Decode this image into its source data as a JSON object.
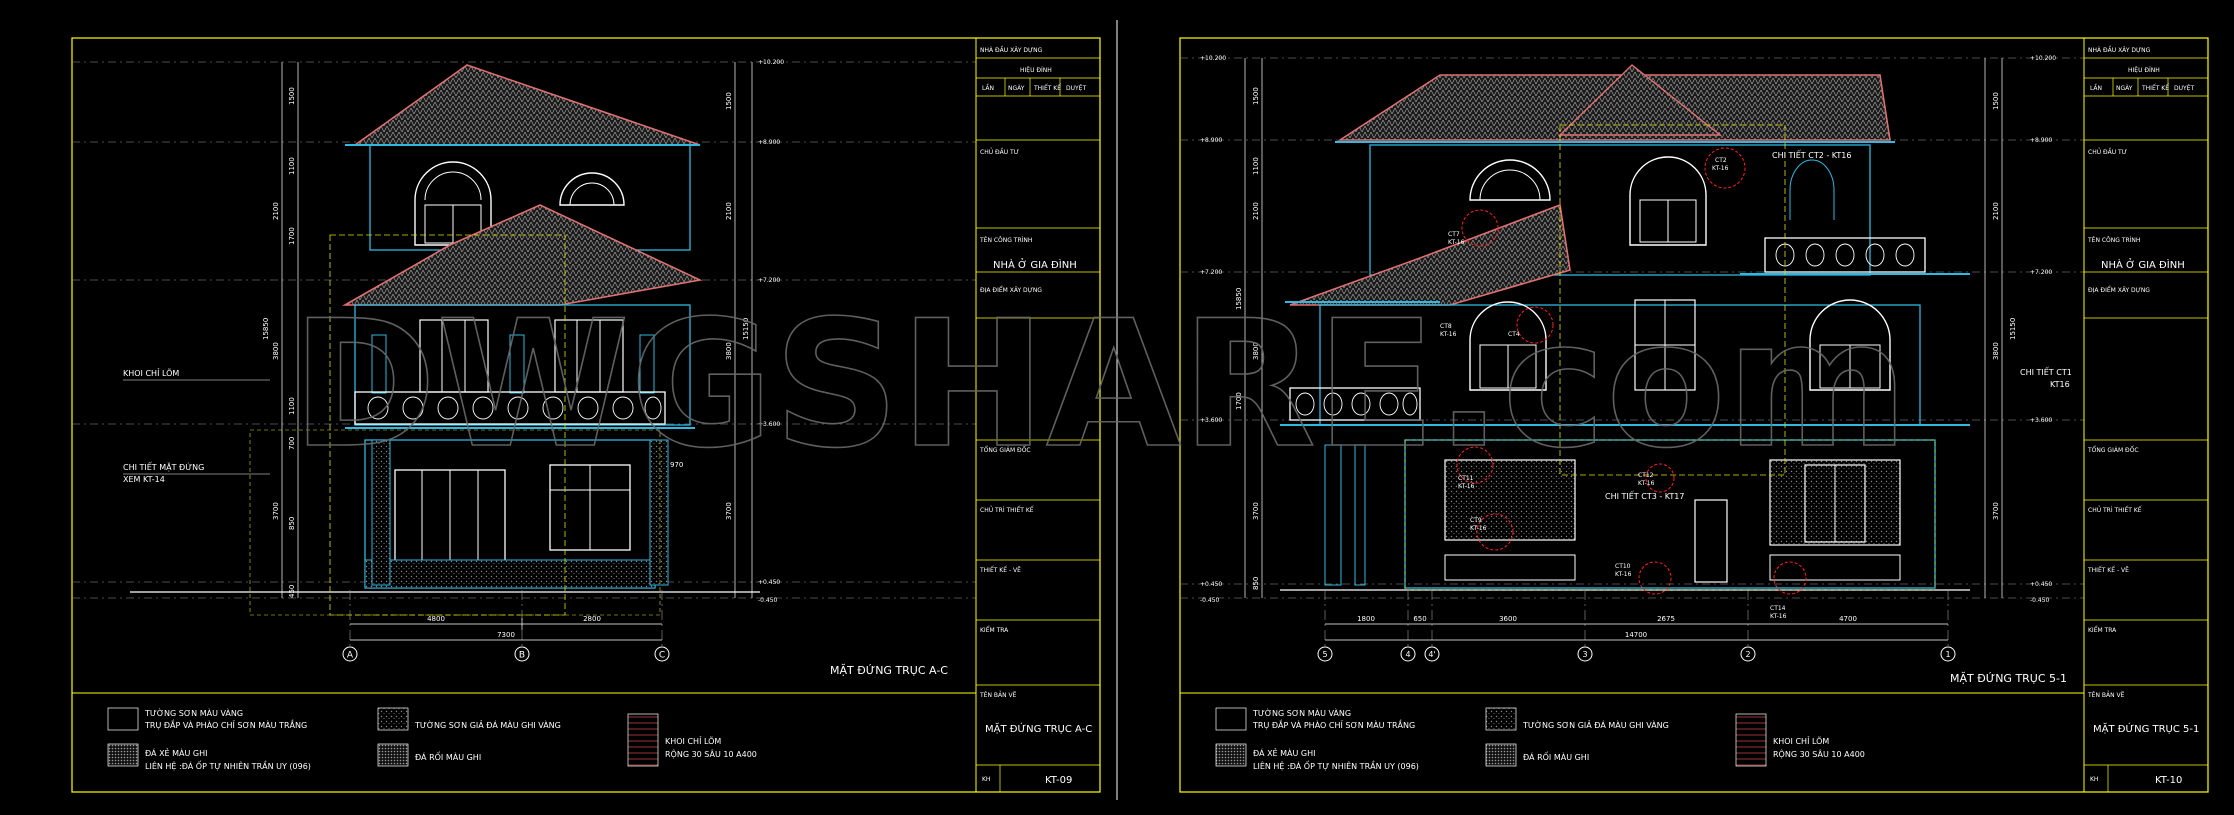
{
  "watermark": "DWGSHARE.com",
  "colors": {
    "background": "#000000",
    "frame": "#ffff00",
    "wall": "#30b8e0",
    "roof": "#e07070",
    "white": "#ffffff",
    "dim": "#ff4040",
    "guide": "#e0e000",
    "callout": "#ff2020"
  },
  "sheets": [
    {
      "id": "left",
      "elev_labels_right": [
        "+10.200",
        "+8.900",
        "+7.200",
        "+3.600",
        "+0.450",
        "-0.450"
      ],
      "vdims_left": [
        "1500",
        "1100",
        "2100",
        "3800",
        "1700",
        "1100",
        "700",
        "3700",
        "850",
        "450"
      ],
      "vdims_right": [
        "1500",
        "2100",
        "3800",
        "3700"
      ],
      "overall_v": "15850",
      "overall_v2": "15150",
      "hdims": [
        "4800",
        "2800"
      ],
      "overall_h": "7300",
      "grid_axes": [
        "A",
        "B",
        "C"
      ],
      "annotations": [
        {
          "line1": "KHOI CHỈ LÕM",
          "line2": ""
        },
        {
          "line1": "CHI TIẾT MẶT ĐỨNG",
          "line2": "XEM KT-14"
        }
      ],
      "small_dim": "970",
      "drawing_title": "MẶT ĐỨNG TRỤC A-C",
      "legend": [
        {
          "pattern": "plain",
          "line1": "TƯỜNG SƠN MÀU VÀNG",
          "line2": "TRỤ ĐẮP VÀ PHÀO CHỈ SƠN MÀU TRẮNG"
        },
        {
          "pattern": "dots",
          "line1": "TƯỜNG SƠN GIẢ ĐÁ MÀU GHI VÀNG",
          "line2": ""
        },
        {
          "pattern": "lines",
          "line1": "KHOI CHỈ LÕM",
          "line2": "RỘNG 30 SÂU 10 A400"
        },
        {
          "pattern": "dots2",
          "line1": "ĐÁ XẺ MÀU GHI",
          "line2": "LIÊN HỆ :ĐÁ ỐP TỰ NHIÊN TRẦN UY (096)"
        },
        {
          "pattern": "dots3",
          "line1": "ĐÁ RỐI MÀU GHI",
          "line2": ""
        }
      ],
      "titleblock": {
        "company": "NHÀ ĐẦU XÂY DỰNG",
        "revision": "HIỆU ĐÍNH",
        "rev_cols": [
          "LẦN",
          "NGÀY",
          "THIẾT KẾ",
          "DUYỆT"
        ],
        "client": "CHỦ ĐẦU TƯ",
        "project_label": "TÊN CÔNG TRÌNH",
        "project_name": "NHÀ Ở GIA ĐÌNH",
        "location": "ĐỊA ĐIỂM XÂY DỰNG",
        "director": "TỔNG GIÁM ĐỐC",
        "chief": "CHỦ TRÌ THIẾT KẾ",
        "designer": "THIẾT KẾ - VẼ",
        "checker": "KIỂM TRA",
        "drawing_label": "TÊN BẢN VẼ",
        "drawing_name": "MẶT ĐỨNG TRỤC A-C",
        "sheet_label": "KH",
        "sheet_no": "KT-09"
      }
    },
    {
      "id": "right",
      "elev_labels_left": [
        "+10.200",
        "+8.900",
        "+7.200",
        "+3.600",
        "+0.450",
        "-0.450"
      ],
      "elev_labels_right": [
        "+10.200",
        "+8.900",
        "+7.200",
        "+3.600",
        "+0.450",
        "-0.450"
      ],
      "vdims_left": [
        "1500",
        "1100",
        "2100",
        "3800",
        "1700",
        "3700",
        "850"
      ],
      "vdims_right": [
        "1500",
        "2100",
        "3800",
        "3700"
      ],
      "overall_v": "15850",
      "overall_v2": "15150",
      "hdims": [
        "1800",
        "650",
        "3600",
        "2675",
        "4700"
      ],
      "overall_h": "14700",
      "grid_axes": [
        "5",
        "4",
        "4'",
        "3",
        "2",
        "1"
      ],
      "callouts": [
        {
          "code": "CT2",
          "ref": "KT-16"
        },
        {
          "code": "CT7",
          "ref": "KT-16"
        },
        {
          "code": "CT4",
          "ref": ""
        },
        {
          "code": "CT11",
          "ref": "KT-16"
        },
        {
          "code": "CT12",
          "ref": "KT-16"
        },
        {
          "code": "CT9",
          "ref": "KT-16"
        },
        {
          "code": "CT10",
          "ref": "KT-16"
        },
        {
          "code": "CT14",
          "ref": "KT-16"
        },
        {
          "code": "CT8",
          "ref": "KT-16"
        }
      ],
      "annotations": [
        {
          "line1": "CHI TIẾT CT2 - KT16",
          "line2": ""
        },
        {
          "line1": "CHI TIẾT CT1",
          "line2": "KT16"
        },
        {
          "line1": "CHI TIẾT CT3 - KT17",
          "line2": ""
        }
      ],
      "drawing_title": "MẶT ĐỨNG TRỤC 5-1",
      "legend": [
        {
          "pattern": "plain",
          "line1": "TƯỜNG SƠN MÀU VÀNG",
          "line2": "TRỤ ĐẮP VÀ PHÀO CHỈ SƠN MÀU TRẮNG"
        },
        {
          "pattern": "dots",
          "line1": "TƯỜNG SƠN GIẢ ĐÁ MÀU GHI VÀNG",
          "line2": ""
        },
        {
          "pattern": "lines",
          "line1": "KHOI CHỈ LÕM",
          "line2": "RỘNG 30 SÂU 10 A400"
        },
        {
          "pattern": "dots2",
          "line1": "ĐÁ XẺ MÀU GHI",
          "line2": "LIÊN HỆ :ĐÁ ỐP TỰ NHIÊN TRẦN UY (096)"
        },
        {
          "pattern": "dots3",
          "line1": "ĐÁ RỐI MÀU GHI",
          "line2": ""
        }
      ],
      "titleblock": {
        "company": "NHÀ ĐẦU XÂY DỰNG",
        "revision": "HIỆU ĐÍNH",
        "rev_cols": [
          "LẦN",
          "NGÀY",
          "THIẾT KẾ",
          "DUYỆT"
        ],
        "client": "CHỦ ĐẦU TƯ",
        "project_label": "TÊN CÔNG TRÌNH",
        "project_name": "NHÀ Ở GIA ĐÌNH",
        "location": "ĐỊA ĐIỂM XÂY DỰNG",
        "director": "TỔNG GIÁM ĐỐC",
        "chief": "CHỦ TRÌ THIẾT KẾ",
        "designer": "THIẾT KẾ - VẼ",
        "checker": "KIỂM TRA",
        "drawing_label": "TÊN BẢN VẼ",
        "drawing_name": "MẶT ĐỨNG TRỤC 5-1",
        "sheet_label": "KH",
        "sheet_no": "KT-10"
      }
    }
  ]
}
